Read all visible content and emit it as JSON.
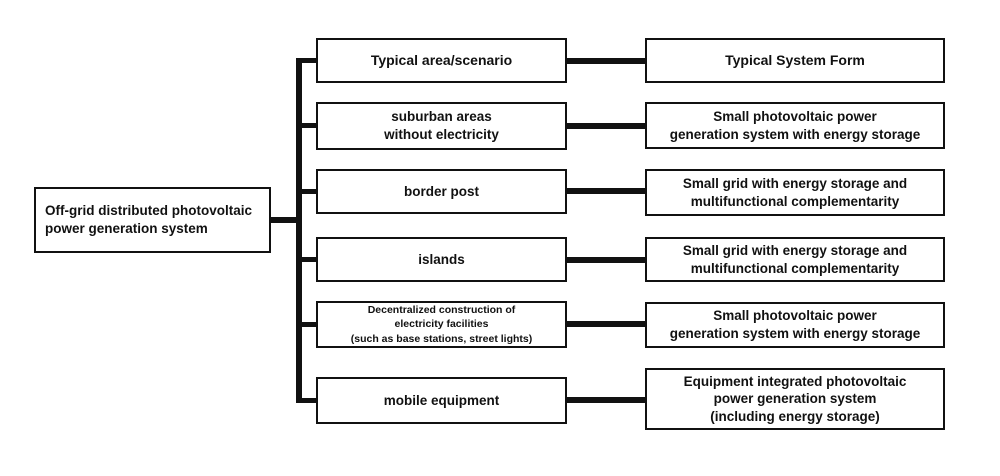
{
  "diagram": {
    "root": {
      "label": "Off-grid distributed photovoltaic\npower generation system"
    },
    "headers": {
      "scenario": "Typical area/scenario",
      "system": "Typical System Form"
    },
    "rows": [
      {
        "scenario": "suburban areas\nwithout electricity",
        "system": "Small photovoltaic power\ngeneration system with energy storage"
      },
      {
        "scenario": "border post",
        "system": "Small grid with energy storage and\nmultifunctional complementarity"
      },
      {
        "scenario": "islands",
        "system": "Small grid with energy storage and\nmultifunctional complementarity"
      },
      {
        "scenario": "Decentralized construction of\nelectricity facilities\n(such as base stations, street lights)",
        "system": "Small photovoltaic power\ngeneration system with energy storage"
      },
      {
        "scenario": "mobile equipment",
        "system": "Equipment integrated photovoltaic\npower generation system\n(including energy storage)"
      }
    ],
    "colors": {
      "line": "#111111",
      "background": "#ffffff",
      "text": "#111111"
    }
  }
}
